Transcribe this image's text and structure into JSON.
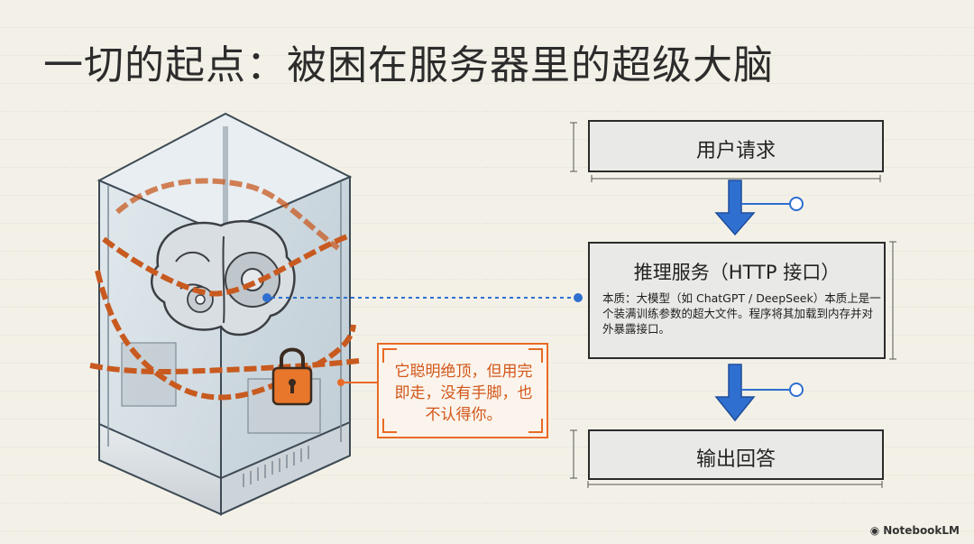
{
  "title": "一切的起点：被困在服务器里的超级大脑",
  "callout": {
    "text": "它聪明绝顶，但用完即走，没有手脚，也不认得你。"
  },
  "flow": {
    "step1": "用户请求",
    "step2": {
      "title": "推理服务（HTTP 接口）",
      "description": "本质：大模型（如 ChatGPT / DeepSeek）本质上是一个装满训练参数的超大文件。程序将其加载到内存并对外暴露接口。"
    },
    "step3": "输出回答"
  },
  "brand": {
    "name": "NotebookLM"
  },
  "colors": {
    "accent": "#e86a25",
    "arrow": "#2f6fd0",
    "box": "#e9e9e7"
  }
}
